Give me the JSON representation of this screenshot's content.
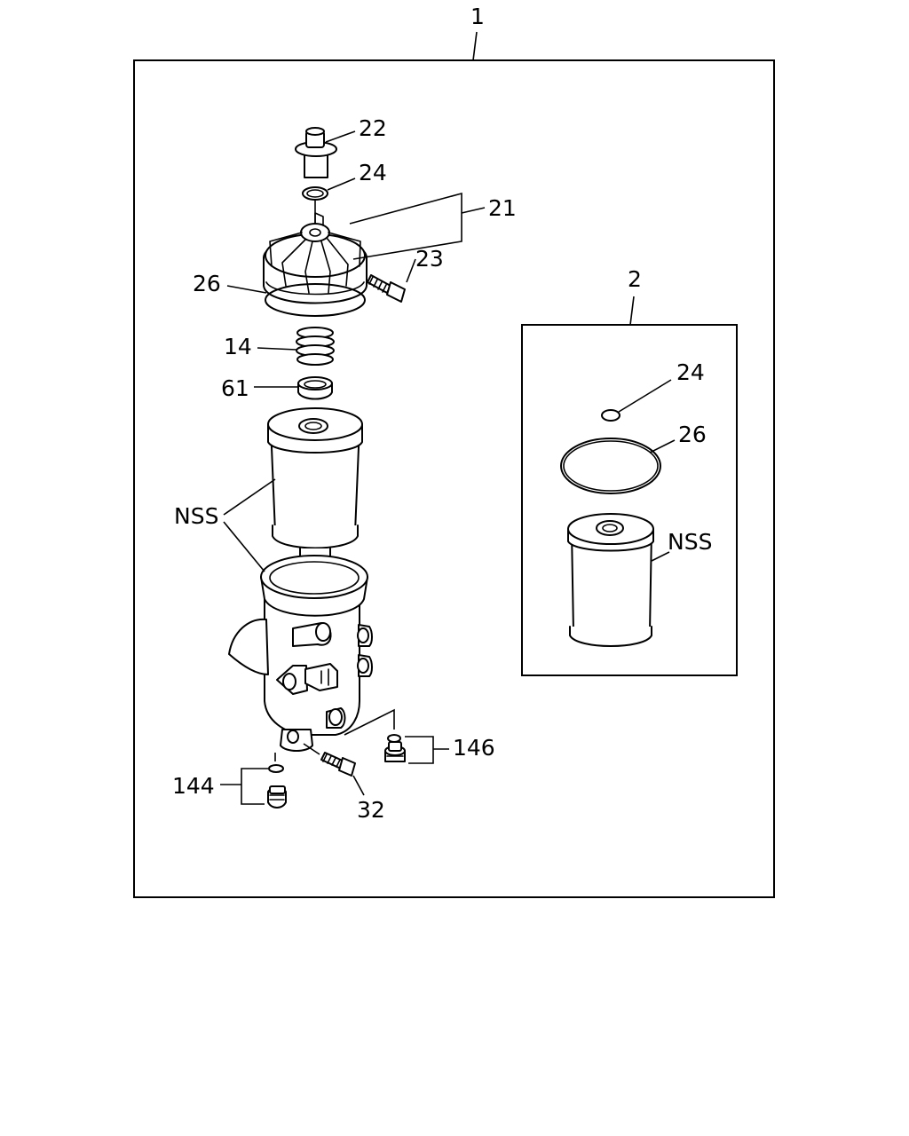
{
  "diagram": {
    "assembly_label": "1",
    "kit_label": "2",
    "callouts": {
      "bolt": "22",
      "o_ring_top": "24",
      "cover_assembly": "21",
      "cover_bolt": "23",
      "cover_seal": "26",
      "spring": "14",
      "spring_seat": "61",
      "element_nss": "NSS",
      "drain_plug_right": "146",
      "drain_plug_left": "144",
      "bottom_bolt": "32"
    },
    "kit_callouts": {
      "o_ring": "24",
      "seal": "26",
      "element": "NSS"
    }
  }
}
